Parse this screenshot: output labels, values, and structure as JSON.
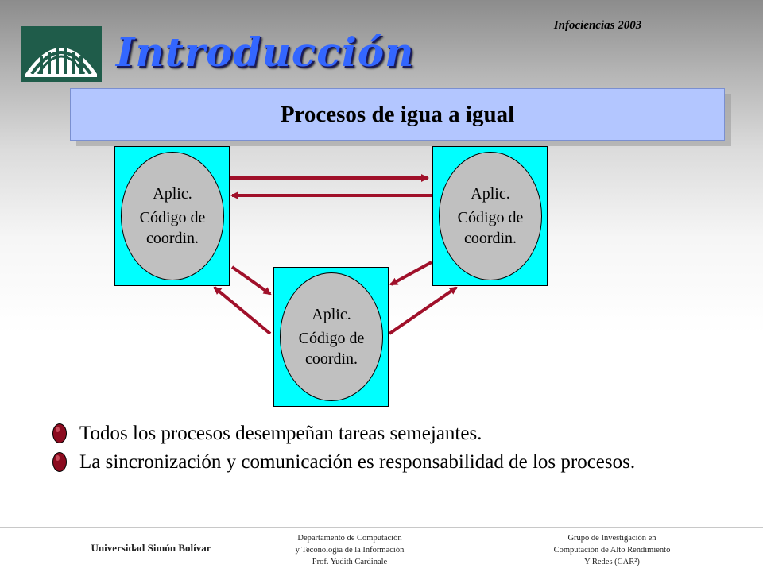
{
  "header": {
    "title": "Introducción",
    "event": "Infociencias 2003"
  },
  "banner": {
    "text": "Procesos de igua a igual"
  },
  "processes": [
    {
      "line1": "Aplic.",
      "line2": "Código de",
      "line3": "coordin."
    },
    {
      "line1": "Aplic.",
      "line2": "Código de",
      "line3": "coordin."
    },
    {
      "line1": "Aplic.",
      "line2": "Código de",
      "line3": "coordin."
    }
  ],
  "bullets": [
    "Todos los procesos desempeñan tareas semejantes.",
    "La sincronización y comunicación es responsabilidad de los procesos."
  ],
  "footer": {
    "university": "Universidad Simón Bolívar",
    "dept_line1": "Departamento de Computación",
    "dept_line2": "y Teconología de la Información",
    "dept_line3": "Prof. Yudith Cardinale",
    "group_line1": "Grupo de Investigación en",
    "group_line2": "Computación de Alto Rendimiento",
    "group_line3": "Y Redes (CAR²)"
  },
  "colors": {
    "title": "#3366ff",
    "banner": "#b3c6ff",
    "process_box": "#00ffff",
    "oval": "#c0c0c0",
    "arrow": "#a0102a",
    "bullet": "#8b0b1f"
  },
  "icons": {
    "logo": "university-building-logo",
    "bullet": "round-bullet-icon",
    "arrow": "arrow-icon"
  }
}
